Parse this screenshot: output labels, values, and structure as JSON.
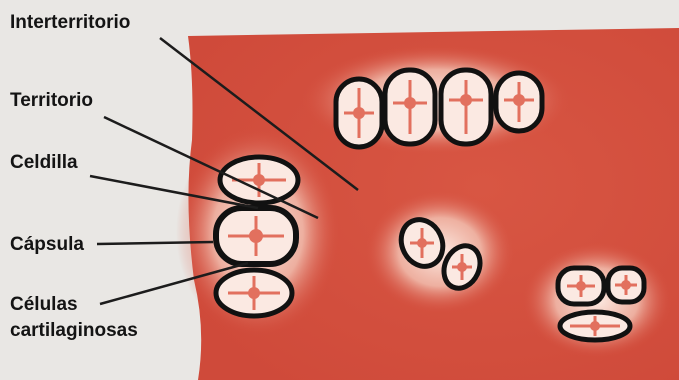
{
  "labels": {
    "interterritorio": "Interterritorio",
    "territorio": "Territorio",
    "celdilla": "Celdilla",
    "capsula": "Cápsula",
    "celulas_line1": "Células",
    "celulas_line2": "cartilaginosas"
  },
  "colors": {
    "matrix": "#d64f3e",
    "halo": "#fbe6dc",
    "capsule_outline": "#111111",
    "cell": "#e2705e",
    "background": "#e9e7e4",
    "leader_lines": "#1c1c1c"
  }
}
